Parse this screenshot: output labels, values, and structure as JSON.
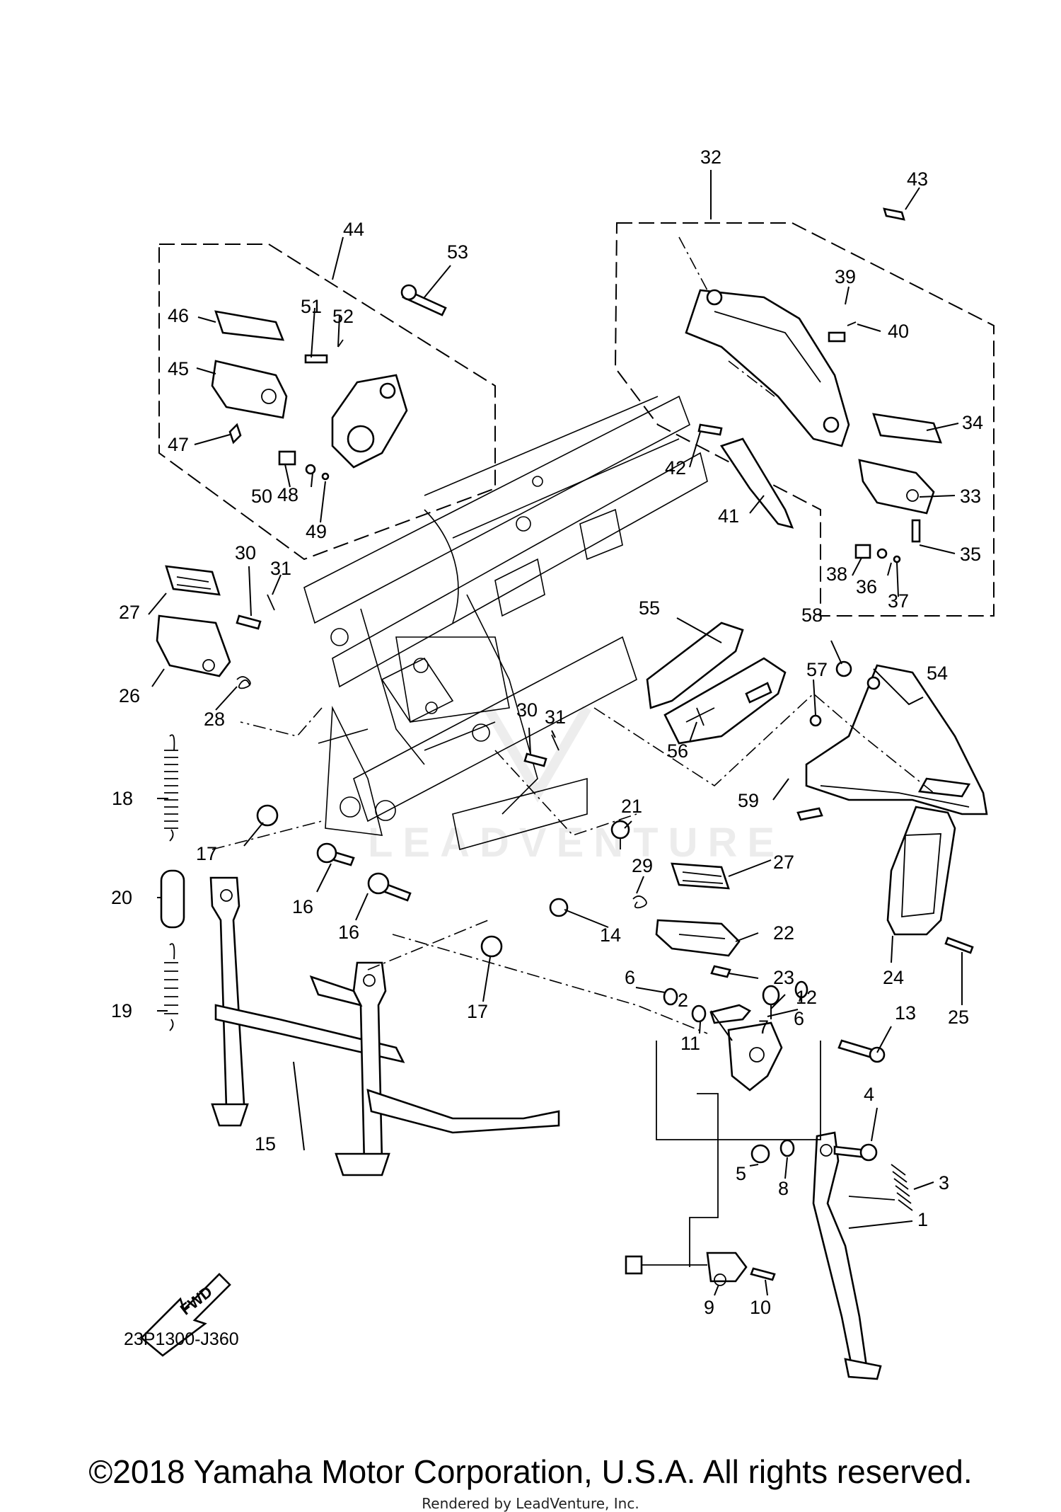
{
  "diagram": {
    "reference_code": "23P1300-J360",
    "direction_label": "FWD",
    "watermark": "LEADVENTURE",
    "callouts": [
      "1",
      "2",
      "3",
      "4",
      "5",
      "6",
      "6",
      "7",
      "8",
      "9",
      "10",
      "11",
      "12",
      "13",
      "14",
      "15",
      "16",
      "16",
      "17",
      "17",
      "18",
      "19",
      "20",
      "21",
      "22",
      "23",
      "24",
      "25",
      "26",
      "27",
      "27",
      "28",
      "29",
      "30",
      "30",
      "31",
      "31",
      "32",
      "33",
      "34",
      "35",
      "36",
      "37",
      "38",
      "39",
      "40",
      "41",
      "42",
      "43",
      "44",
      "45",
      "46",
      "47",
      "48",
      "49",
      "50",
      "51",
      "52",
      "53",
      "54",
      "55",
      "56",
      "57",
      "58",
      "59"
    ]
  },
  "footer": {
    "copyright": "©2018 Yamaha Motor Corporation, U.S.A. All rights reserved.",
    "render_credit": "Rendered by LeadVenture, Inc."
  }
}
